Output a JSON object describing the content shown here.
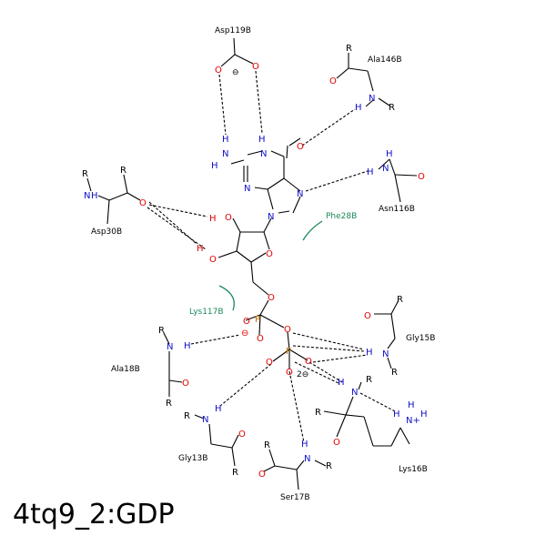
{
  "title": "4tq9_2:GDP",
  "residues": {
    "asp119": "Asp119B",
    "ala146": "Ala146B",
    "asn116": "Asn116B",
    "asp30": "Asp30B",
    "phe28": "Phe28B",
    "lys117": "Lys117B",
    "gly15": "Gly15B",
    "ala18": "Ala18B",
    "lys16": "Lys16B",
    "gly13": "Gly13B",
    "ser17": "Ser17B"
  },
  "atoms": {
    "O": "O",
    "N": "N",
    "H": "H",
    "P": "P",
    "R": "R",
    "NH_plus": "N+",
    "minus": "⊖",
    "two_minus": "2⊖"
  }
}
